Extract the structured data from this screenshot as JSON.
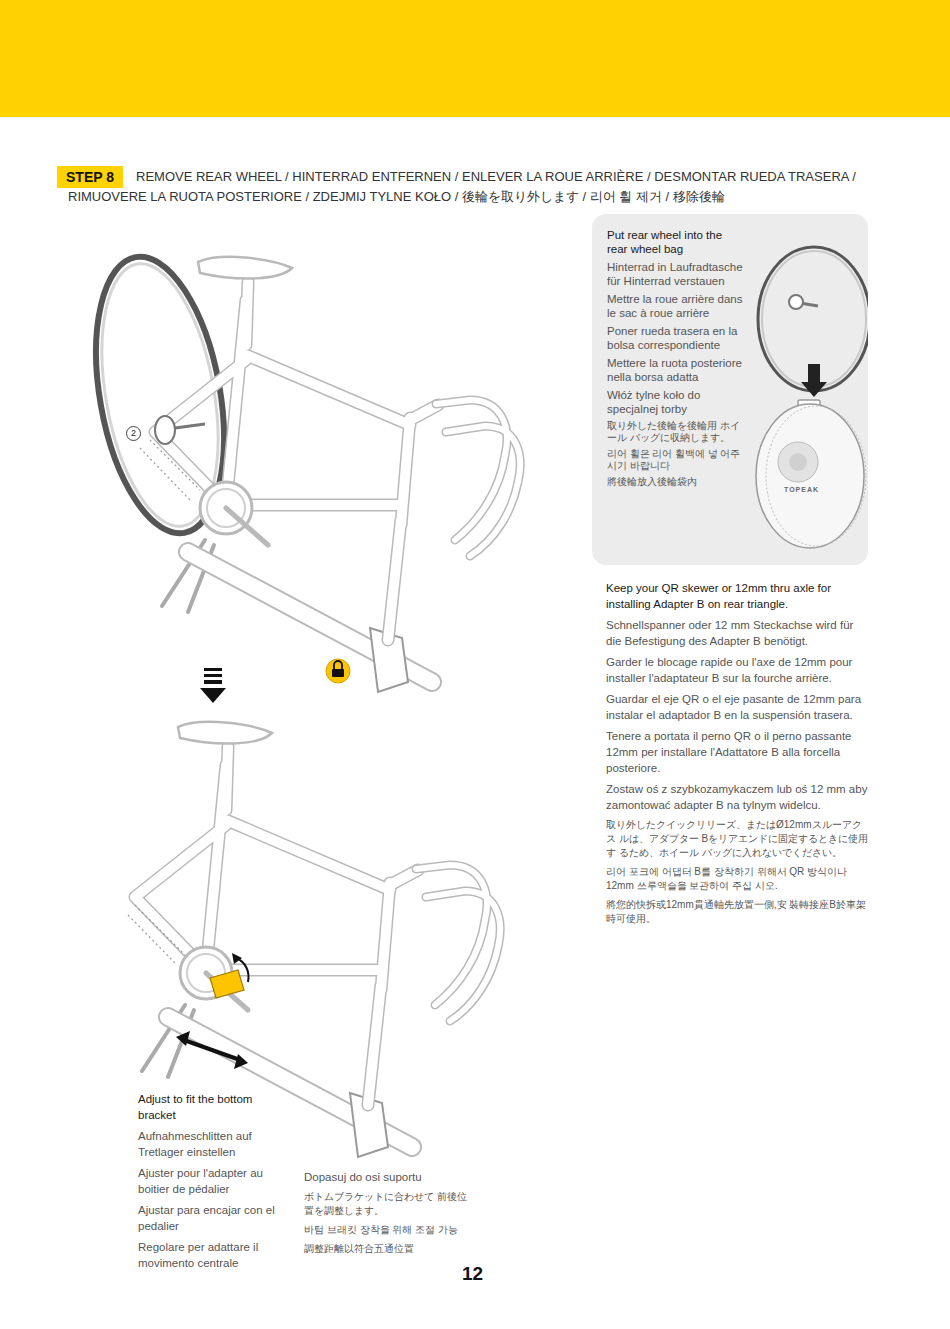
{
  "diagram": {
    "title": "REMOVE REAR WHEEL / HINTERRAD ENTFERNEN / ENLEVER LA ROUE ARRIÈRE / DESMONTAR RUEDA TRASERA / RIMUOVERE LA RUOTA POSTERIORE / ZDEJMIJ TYLNE KOŁO / 後輪を取り外します / 리어 휠 제거 / 移除後輪",
    "nodes": [
      {
        "text": [
          "STEP 8"
        ]
      },
      {
        "text": [
          "Put rear wheel into the rear wheel bag",
          "Hinterrad in Laufradtasche für Hinterrad verstauen",
          "Mettre la roue arrière dans le sac à roue arrière",
          "Poner rueda trasera en la bolsa correspondiente",
          "Mettere la ruota posteriore nella borsa adatta",
          "Włóż tylne koło do specjalnej torby",
          "取り外した後輪を後輪用 ホイール バッグに収納します。",
          "리어 휠은 리어 휠백에 넣 어주시기 바랍니다",
          "將後輪放入後輪袋內"
        ]
      }
    ],
    "labels": [
      "Keep your QR skewer or 12mm thru axle for installing Adapter B on rear triangle.",
      "Schnellspanner oder 12 mm Steckachse wird für die Befestigung des Adapter B benötigt.",
      "Garder le blocage rapide ou l'axe de 12mm pour installer l'adaptateur B sur la fourche arrière.",
      "Guardar el eje QR o el eje pasante de 12mm para instalar el adaptador B en la suspensión trasera.",
      "Tenere a portata il perno QR o il perno passante 12mm per installare l'Adattatore B alla forcella posteriore.",
      "Zostaw oś z szybkozamykaczem lub oś 12 mm aby zamontować adapter B na tylnym widelcu.",
      "取り外したクイックリリーズ、またはØ12mmスルーアクス ルは、アダプター Bをリアエンドに固定するときに使用す るため、ホイール バッグに入れないでください。",
      "리어 포크에 어댑터 B를 장착하기 위해서 QR 방식이나 12mm 쓰루액슬을 보관하여 주십 시오.",
      "將您的快拆或12mm貫通軸先放置一側,安 裝轉接座B於車架時可使用。",
      "Adjust to fit the bottom bracket",
      "Aufnahmeschlitten auf Tretlager einstellen",
      "Ajuster pour l'adapter au boitier de pédalier",
      "Ajustar para encajar con el pedalier",
      "Regolare per adattare il movimento centrale",
      "Dopasuj do osi suportu",
      "ボトムブラケットに合わせて 前後位置を調整します。",
      "바텀 브래킷 장착을 위해 조절 가능",
      "調整距離以符合五通位置",
      "12",
      "2",
      "TOPEAK"
    ]
  }
}
